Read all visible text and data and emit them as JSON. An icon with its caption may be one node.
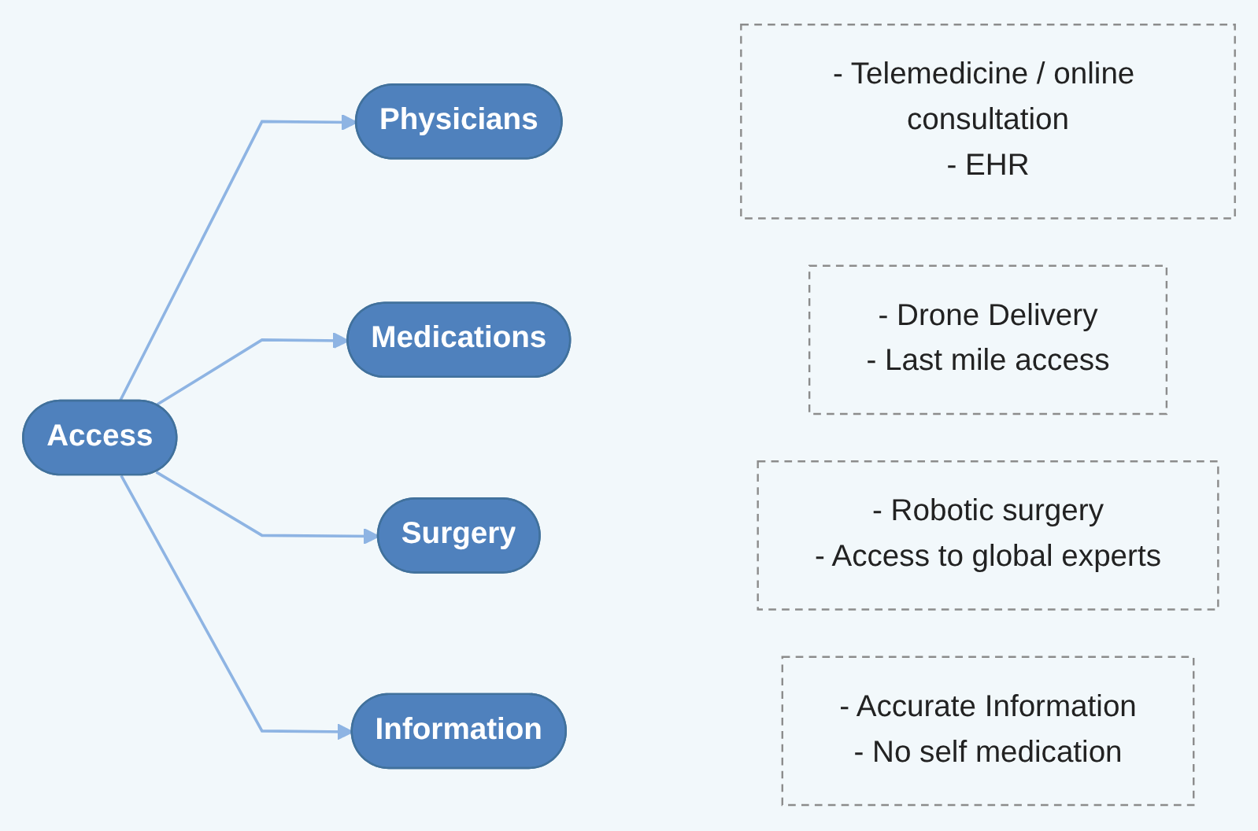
{
  "diagram": {
    "nodes": [
      {
        "text": [
          "Access"
        ]
      },
      {
        "text": [
          "Physicians"
        ]
      },
      {
        "text": [
          "Medications"
        ]
      },
      {
        "text": [
          "Surgery"
        ]
      },
      {
        "text": [
          "Information"
        ]
      },
      {
        "text": [
          "- Telemedicine / online consultation",
          "- EHR"
        ]
      },
      {
        "text": [
          "- Drone Delivery",
          "- Last mile access"
        ]
      },
      {
        "text": [
          "- Robotic surgery",
          "- Access to global experts"
        ]
      },
      {
        "text": [
          "- Accurate Information",
          "- No self medication"
        ]
      }
    ],
    "edges": [
      {
        "from": 0,
        "to": 1,
        "arrow": "to"
      },
      {
        "from": 0,
        "to": 2,
        "arrow": "to"
      },
      {
        "from": 0,
        "to": 3,
        "arrow": "to"
      },
      {
        "from": 0,
        "to": 4,
        "arrow": "to"
      }
    ]
  }
}
